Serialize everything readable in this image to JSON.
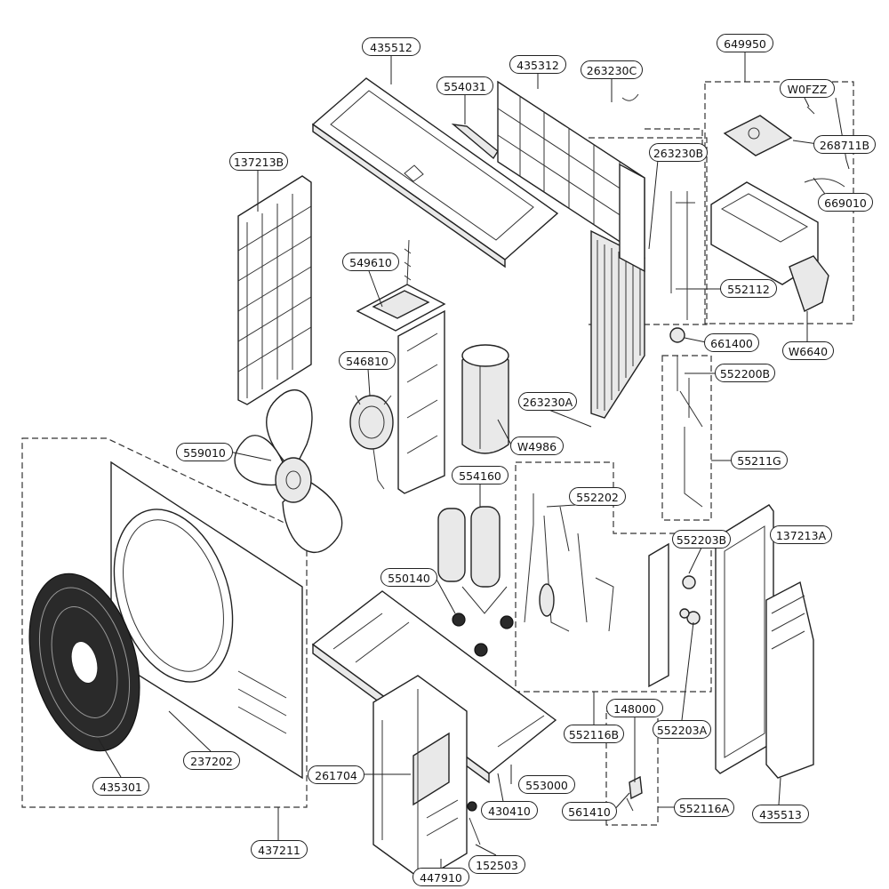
{
  "labels": {
    "p435512": "435512",
    "p554031": "554031",
    "p435312": "435312",
    "p263230C": "263230C",
    "p649950": "649950",
    "pW0FZZ": "W0FZZ",
    "p268711B": "268711B",
    "p137213B": "137213B",
    "p263230B": "263230B",
    "p669010": "669010",
    "p549610": "549610",
    "p552112": "552112",
    "p661400": "661400",
    "pW6640": "W6640",
    "p546810": "546810",
    "p552200B": "552200B",
    "p263230A": "263230A",
    "p559010": "559010",
    "pW4986": "W4986",
    "p55211G": "55211G",
    "p554160": "554160",
    "p552202": "552202",
    "p137213A": "137213A",
    "p552203B": "552203B",
    "p550140": "550140",
    "p148000": "148000",
    "p237202": "237202",
    "p552116B": "552116B",
    "p552203A": "552203A",
    "p435301": "435301",
    "p261704": "261704",
    "p553000": "553000",
    "p430410": "430410",
    "p561410": "561410",
    "p552116A": "552116A",
    "p435513": "435513",
    "p437211": "437211",
    "p447910": "447910",
    "p152503": "152503"
  }
}
